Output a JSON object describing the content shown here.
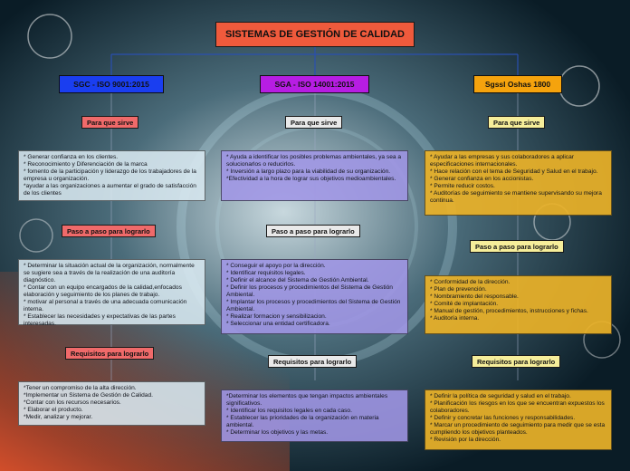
{
  "title": "SISTEMAS DE GESTIÓN DE CALIDAD",
  "colors": {
    "title": "#ef5a3c",
    "sgc": "#1a3ef0",
    "sga": "#b71de3",
    "sgssl": "#f5a30d"
  },
  "columns": [
    {
      "header": "SGC - ISO 9001:2015",
      "label_sirve": "Para que sirve",
      "sirve": "* Generar confianza en los clientes.\n* Reconocimiento y Diferenciación de la marca\n* fomento de la participación y liderazgo de los trabajadores de la empresa u organización.\n*ayudar a las organizaciones a aumentar el grado de satisfacción de los clientes",
      "label_paso": "Paso a paso para lograrlo",
      "paso": "* Determinar la situación actual de la organización, normalmente se sugiere sea a través de la realización de una auditoría diagnóstico.\n* Contar con un equipo encargados de la calidad,enfocados elaboración y seguimiento de los planes de trabajo.\n* motivar al personal a través de una adecuada comunicación interna.\n* Establecer las necesidades y expectativas de las partes interesadas.",
      "label_req": "Requisitos para lograrlo",
      "req": "*Tener un compromiso de la alta dirección.\n*Implementar un Sistema de Gestión de Calidad.\n*Contar con los recursos necesarios.\n* Elaborar el producto.\n*Medir, analizar y mejorar."
    },
    {
      "header": "SGA - ISO 14001:2015",
      "label_sirve": "Para que sirve",
      "sirve": "* Ayuda a identificar los posibles problemas ambientales, ya sea a solucionarlos o reducirlos.\n* Inversión a largo plazo para la viabilidad de su organización.\n*Efectividad a la hora de lograr sus objetivos medioambientales.",
      "label_paso": "Paso a paso para lograrlo",
      "paso": "* Conseguir el apoyo por la dirección.\n* Identificar requisitos legales.\n* Definir el alcance del Sistema de Gestión Ambiental.\n* Definir los procesos y procedimientos del Sistema de Gestión Ambiental.\n* Implantar los procesos y procedimientos del Sistema de Gestión Ambiental.\n* Realizar formacion y sensibilizacion.\n* Seleccionar una entidad certificadora.",
      "label_req": "Requisitos para lograrlo",
      "req": "*Determinar los elementos que tengan impactos ambientales significativos.\n* Identificar los requisitos legales en cada caso.\n* Establecer las prioridades de la organización en materia ambiental.\n* Determinar los objetivos y las metas."
    },
    {
      "header": "Sgssl Oshas 1800",
      "label_sirve": "Para que sirve",
      "sirve": "* Ayudar a las empresas y sus colaboradores a aplicar especificaciones internacionales.\n* Hace relación con el tema de Seguridad y Salud en el trabajo.\n* Generar confianza en los accionistas.\n* Permite reducir costos.\n* Auditorías de seguimiento se mantiene supervisando su mejora continua.",
      "label_paso": "Paso a paso para lograrlo",
      "paso": "* Conformidad de la dirección.\n* Plan de prevención.\n* Nombramiento del responsable.\n* Comité de implantación.\n* Manual de gestión, procedimientos, instrucciones y fichas.\n* Auditoría interna.",
      "label_req": "Requisitos para lograrlo",
      "req": "* Definir la política de seguridad y salud en el trabajo.\n* Planificación los riesgos en los que se encuentran expuestos los colaboradores.\n* Definir y concretar las funciones y responsabilidades.\n* Marcar un procedimiento de seguimiento para medir que se esta cumpliendo los objetivos planteados.\n* Revisión por la dirección."
    }
  ]
}
